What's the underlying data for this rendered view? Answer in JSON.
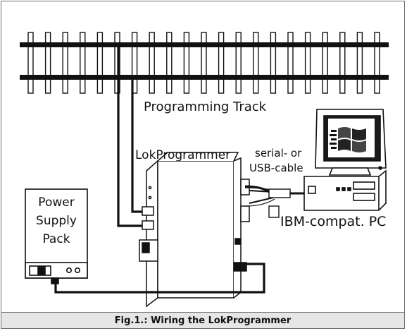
{
  "labels": {
    "programming_track": "Programming Track",
    "lokprogrammer": "LokProgrammer",
    "cable_line1": "serial- or",
    "cable_line2": "USB-cable",
    "pc": "IBM-compat. PC",
    "power_line1": "Power",
    "power_line2": "Supply",
    "power_line3": "Pack"
  },
  "caption": "Fig.1.: Wiring the LokProgrammer",
  "colors": {
    "ink": "#111111",
    "frame": "#6f6f6f",
    "caption_bg": "#e6e6e6",
    "screen_dark": "#1a1a1a"
  }
}
